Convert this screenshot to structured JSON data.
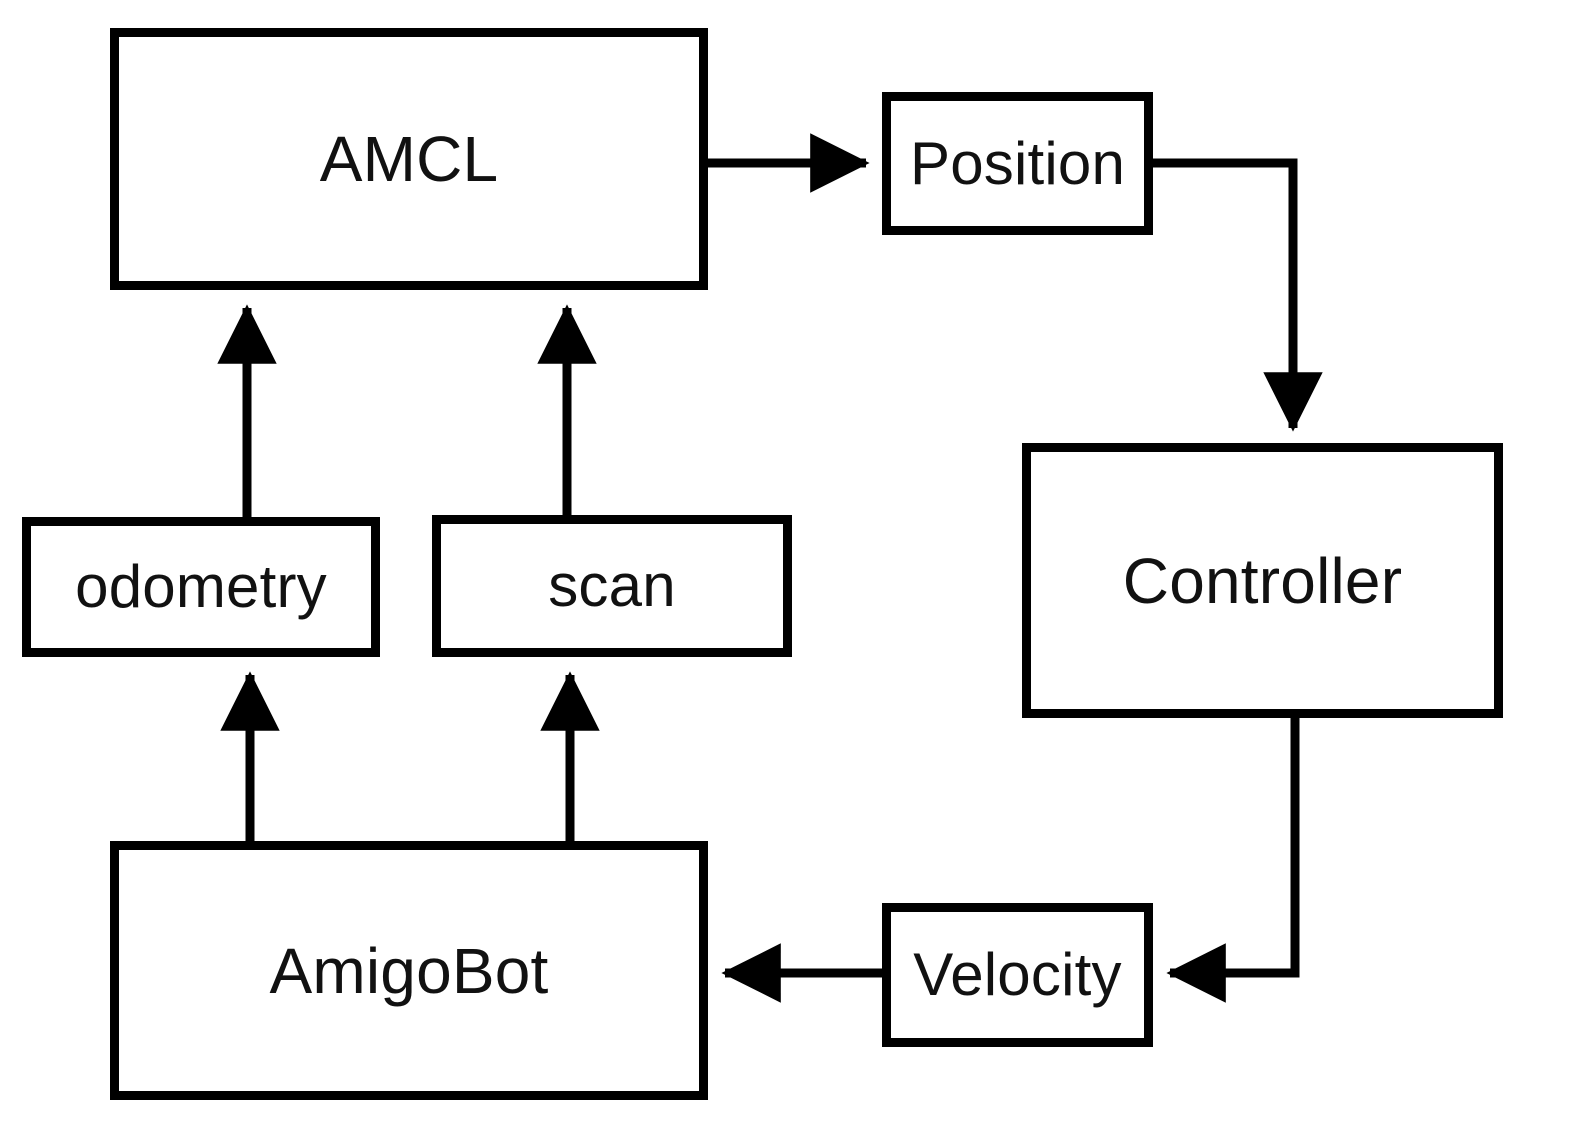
{
  "diagram": {
    "title": "AMCL localization and control block diagram",
    "background_color": "#ffffff",
    "stroke_color": "#000000",
    "text_color": "#111111",
    "nodes": [
      {
        "id": "amcl",
        "label": "AMCL"
      },
      {
        "id": "position",
        "label": "Position"
      },
      {
        "id": "controller",
        "label": "Controller"
      },
      {
        "id": "odometry",
        "label": "odometry"
      },
      {
        "id": "scan",
        "label": "scan"
      },
      {
        "id": "amigobot",
        "label": "AmigoBot"
      },
      {
        "id": "velocity",
        "label": "Velocity"
      }
    ],
    "edges": [
      {
        "from": "amcl",
        "to": "position",
        "direction": "right"
      },
      {
        "from": "position",
        "to": "controller",
        "direction": "down"
      },
      {
        "from": "controller",
        "to": "velocity",
        "direction": "down-left"
      },
      {
        "from": "velocity",
        "to": "amigobot",
        "direction": "left"
      },
      {
        "from": "amigobot",
        "to": "odometry",
        "direction": "up"
      },
      {
        "from": "amigobot",
        "to": "scan",
        "direction": "up"
      },
      {
        "from": "odometry",
        "to": "amcl",
        "direction": "up"
      },
      {
        "from": "scan",
        "to": "amcl",
        "direction": "up"
      }
    ]
  }
}
